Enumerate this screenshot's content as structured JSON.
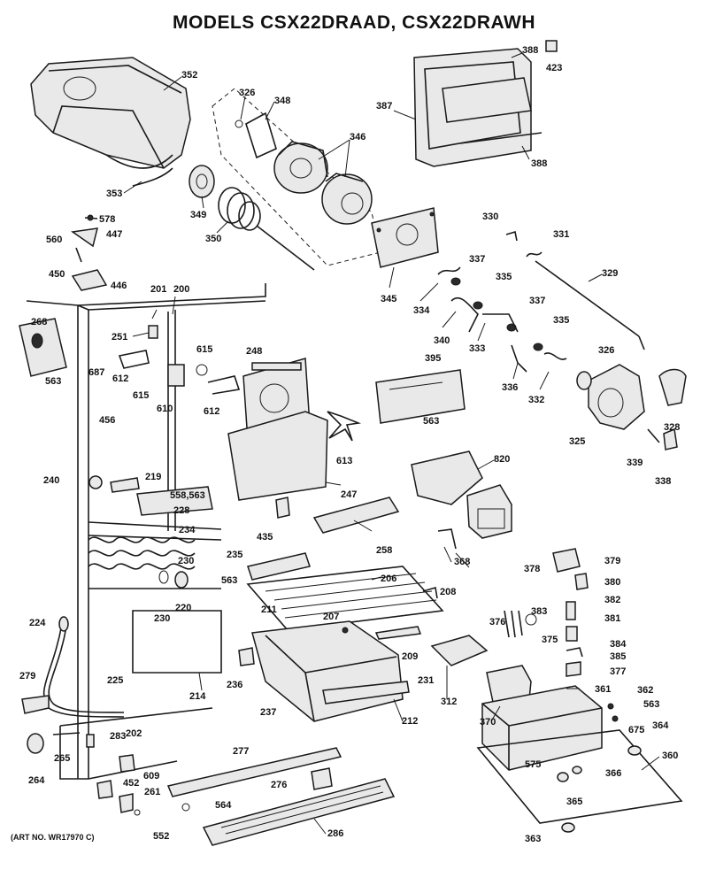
{
  "title": "MODELS CSX22DRAAD, CSX22DRAWH",
  "art_number": "(ART NO. WR17970 C)",
  "part_callouts": [
    "352",
    "326",
    "348",
    "346",
    "387",
    "388",
    "423",
    "388",
    "578",
    "447",
    "560",
    "450",
    "446",
    "353",
    "349",
    "350",
    "345",
    "330",
    "331",
    "337",
    "335",
    "329",
    "334",
    "340",
    "333",
    "337",
    "335",
    "201",
    "200",
    "268",
    "251",
    "687",
    "612",
    "615",
    "615",
    "610",
    "612",
    "248",
    "563",
    "395",
    "563",
    "326",
    "332",
    "336",
    "325",
    "328",
    "339",
    "338",
    "456",
    "613",
    "820",
    "240",
    "219",
    "558,563",
    "228",
    "247",
    "234",
    "435",
    "258",
    "368",
    "230",
    "220",
    "235",
    "206",
    "208",
    "563",
    "230",
    "378",
    "379",
    "380",
    "382",
    "383",
    "381",
    "224",
    "211",
    "207",
    "376",
    "375",
    "384",
    "385",
    "209",
    "377",
    "231",
    "236",
    "237",
    "279",
    "225",
    "214",
    "212",
    "312",
    "370",
    "361",
    "362",
    "563",
    "202",
    "283",
    "265",
    "675",
    "364",
    "264",
    "277",
    "609",
    "452",
    "261",
    "276",
    "564",
    "552",
    "286",
    "575",
    "366",
    "360",
    "365",
    "363"
  ]
}
